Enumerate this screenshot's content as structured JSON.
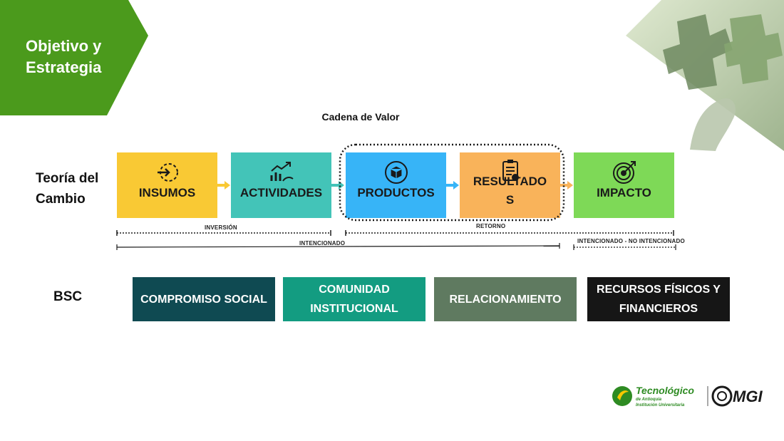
{
  "header": {
    "section_title": "Objetivo y\nEstrategia"
  },
  "chain_title": "Cadena de Valor",
  "theory_label": "Teoría del\nCambio",
  "stages": [
    {
      "label": "INSUMOS",
      "color": "#F9C934",
      "icon": "input-arrow-icon"
    },
    {
      "label": "ACTIVIDADES",
      "color": "#43C4B8",
      "icon": "growth-chart-icon"
    },
    {
      "label": "PRODUCTOS",
      "color": "#37B4F7",
      "icon": "product-box-icon"
    },
    {
      "label": "RESULTADOS",
      "color": "#F9B35A",
      "icon": "checklist-icon"
    },
    {
      "label": "IMPACTO",
      "color": "#7ED957",
      "icon": "target-icon"
    }
  ],
  "stage_display": {
    "resultados_line1": "RESULTADO",
    "resultados_line2": "S"
  },
  "brackets": {
    "inversion": "INVERSIÓN",
    "retorno": "RETORNO",
    "intencionado": "INTENCIONADO",
    "intencionado_no": "INTENCIONADO - NO INTENCIONADO"
  },
  "bsc_label": "BSC",
  "bsc_items": [
    {
      "label": "COMPROMISO SOCIAL",
      "color": "#0F4A52"
    },
    {
      "label": "COMUNIDAD INSTITUCIONAL",
      "color": "#139C81"
    },
    {
      "label": "RELACIONAMIENTO",
      "color": "#5F7A60"
    },
    {
      "label": "RECURSOS FÍSICOS Y FINANCIEROS",
      "color": "#161616"
    }
  ],
  "colors": {
    "badge_green": "#4B9A1C",
    "arrow_yellow": "#F9C934",
    "arrow_teal": "#43C4B8",
    "arrow_blue": "#37B4F7",
    "arrow_orange": "#F9B35A"
  },
  "logos": {
    "tda_name": "Tecnológico",
    "tda_sub": "de Antioquia",
    "tda_tag": "Institución Universitaria",
    "mgi": "MGI"
  }
}
